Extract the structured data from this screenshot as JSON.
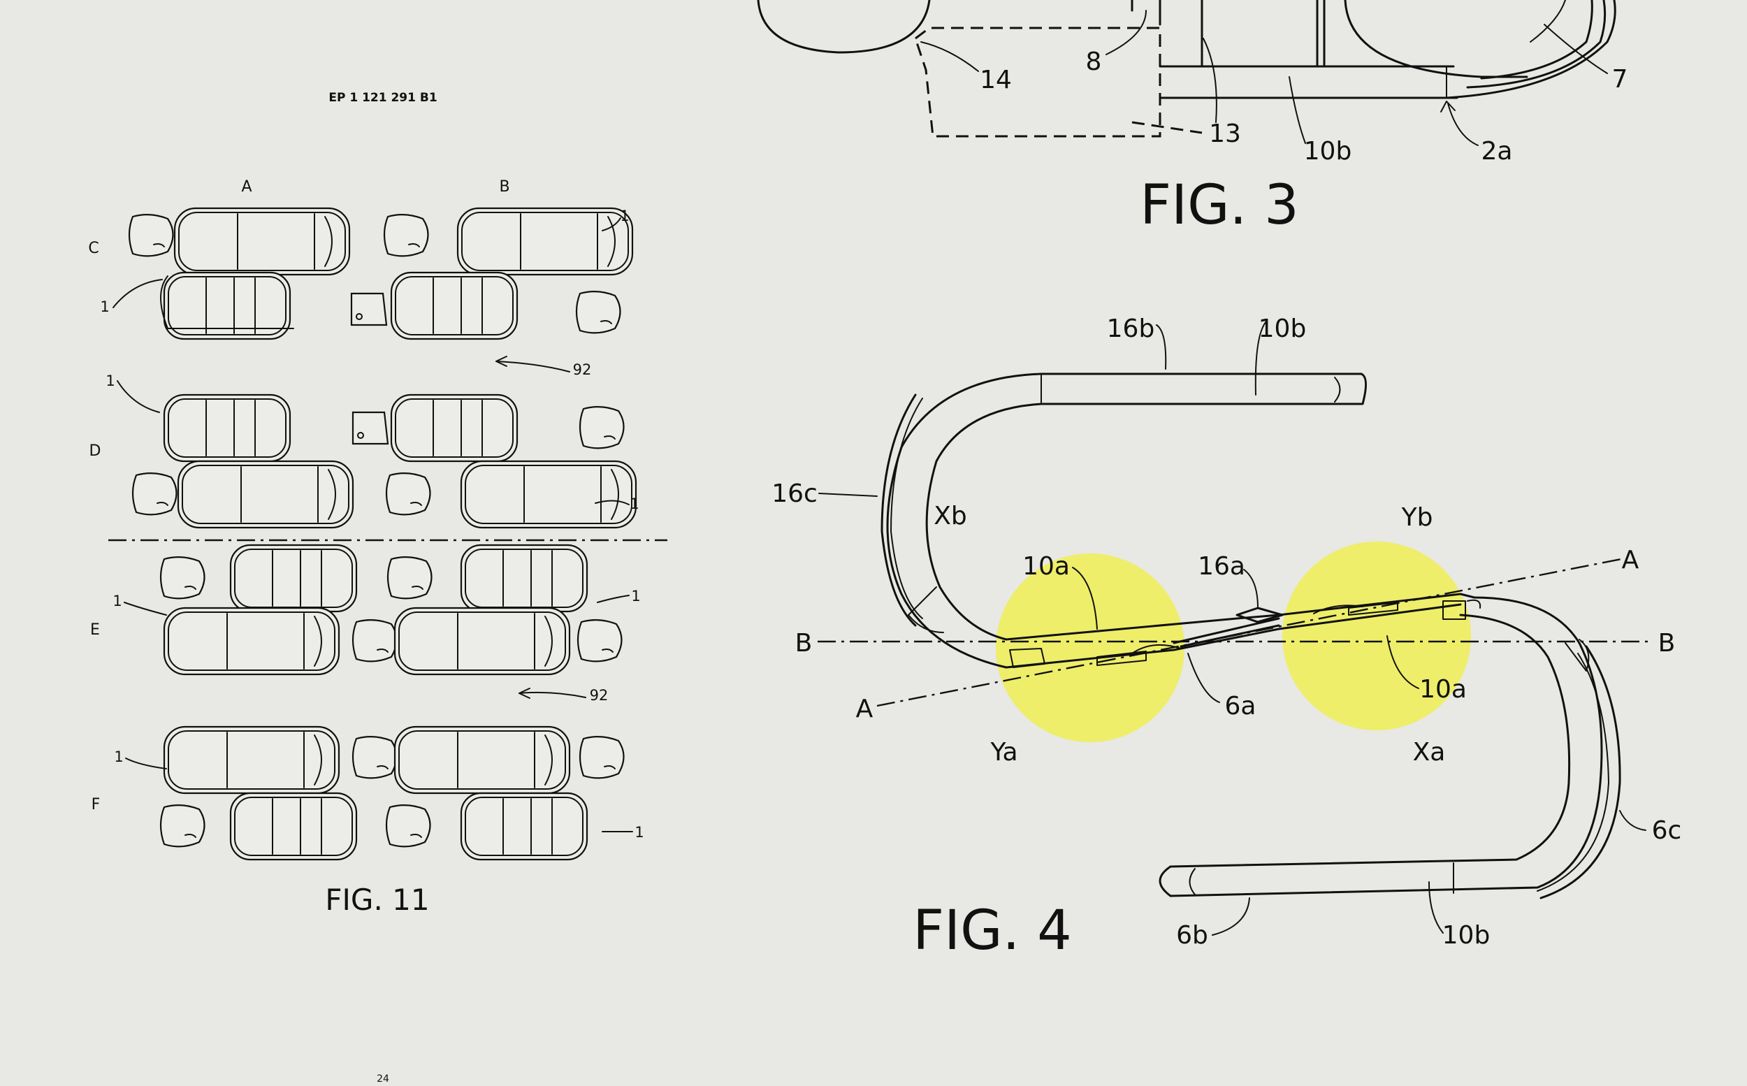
{
  "header": {
    "patent_number": "EP 1 121 291 B1",
    "page_number": "24"
  },
  "fig11": {
    "title": "FIG. 11",
    "columns": [
      "A",
      "B"
    ],
    "rows": [
      "C",
      "D",
      "E",
      "F"
    ],
    "label_seat": "1",
    "label_arrow": "92"
  },
  "fig3": {
    "title": "FIG. 3",
    "labels": {
      "l14": "14",
      "l8": "8",
      "l13": "13",
      "l10b": "10b",
      "l2a": "2a",
      "l7": "7"
    }
  },
  "fig4": {
    "title": "FIG. 4",
    "labels": {
      "l16b": "16b",
      "l10b_top": "10b",
      "l16c": "16c",
      "lXb": "Xb",
      "lYb": "Yb",
      "l10a_left": "10a",
      "l16a": "16a",
      "lA_right": "A",
      "lB_left": "B",
      "lB_right": "B",
      "lA_left": "A",
      "l6a": "6a",
      "l10a_right": "10a",
      "lYa": "Ya",
      "lXa": "Xa",
      "l6c": "6c",
      "l6b": "6b",
      "l10b_bottom": "10b"
    },
    "highlight_color": "#eeee55"
  }
}
